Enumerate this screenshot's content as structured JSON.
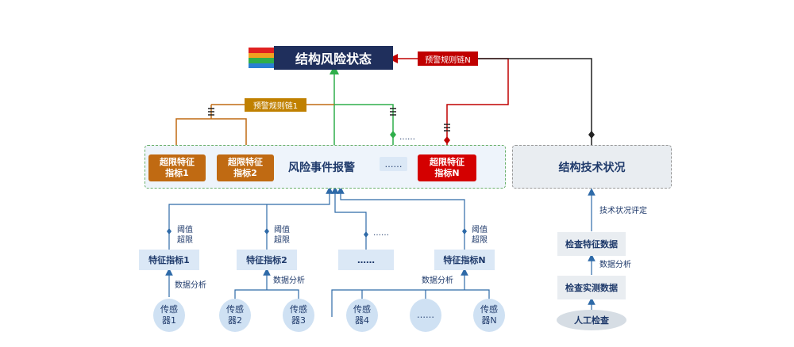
{
  "title": "结构风险状态",
  "legend_colors": [
    "#e02020",
    "#f0a020",
    "#2fae4a",
    "#2a7fd4"
  ],
  "chain_n": "预警规则链N",
  "chain_1": "预警规则链1",
  "chain_mid_dots": "……",
  "event_title": "风险事件报警",
  "exceed_1": "超限特征\n指标1",
  "exceed_2": "超限特征\n指标2",
  "exceed_dots": "……",
  "exceed_n": "超限特征\n指标N",
  "tech_status": "结构技术状况",
  "threshold_label": "阈值\n超限",
  "features": [
    "特征指标1",
    "特征指标2",
    "……",
    "特征指标N"
  ],
  "feature_dots_small": "……",
  "data_analysis": "数据分析",
  "sensors": [
    "传感\n器1",
    "传感\n器2",
    "传感\n器3",
    "传感\n器4",
    "……",
    "传感\n器N"
  ],
  "tech_eval": "技术状况评定",
  "inspect_feature": "检查特征数据",
  "inspect_measured": "检查实测数据",
  "manual_inspection": "人工检查",
  "colors": {
    "orange": "#c06a12",
    "red": "#d40000",
    "green": "#2fae4a",
    "blue": "#2e6aa8",
    "dark": "#222222"
  }
}
